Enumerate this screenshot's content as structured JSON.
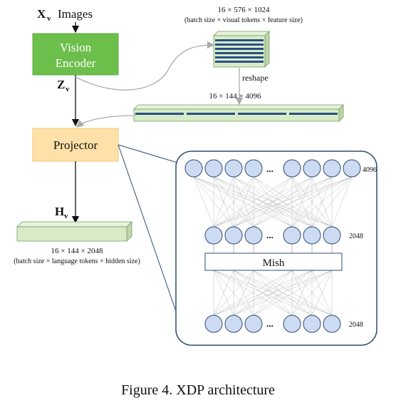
{
  "input": {
    "var": "X",
    "sub": "v",
    "label": "Images"
  },
  "encoder": {
    "line1": "Vision",
    "line2": "Encoder"
  },
  "z": {
    "var": "Z",
    "sub": "v"
  },
  "h": {
    "var": "H",
    "sub": "v"
  },
  "projector": "Projector",
  "top_tensor": {
    "shape": "16 × 576 × 1024",
    "desc": "(batch size × visual tokens × feature size)"
  },
  "reshape_label": "reshape",
  "mid_tensor": {
    "shape": "16 × 144 × 4096"
  },
  "out_tensor": {
    "shape": "16 × 144 × 2048",
    "desc": "(batch size × language tokens × hidden size)"
  },
  "mlp": {
    "layer1_size": "4096",
    "layer2_size": "2048",
    "layer3_size": "2048",
    "activation": "Mish",
    "ellipsis": "..."
  },
  "caption": "Figure 4. XDP architecture",
  "colors": {
    "encoder": "#6dbf4b",
    "projector": "#fde1a8",
    "tensor": "#d7ecc6",
    "node": "#cddbf2",
    "panel_border": "#2e4d74"
  }
}
